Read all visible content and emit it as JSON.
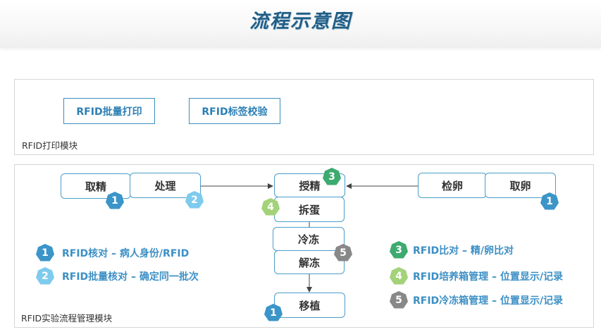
{
  "title": "流程示意图",
  "print_module": {
    "label": "RFID打印模块",
    "buttons": [
      "RFID批量打印",
      "RFID标签校验"
    ]
  },
  "lab_module": {
    "label": "RFID实验流程管理模块",
    "nodes": {
      "take_sperm": "取精",
      "process": "处理",
      "icsi": "授精",
      "strip": "拆蛋",
      "freeze": "冷冻",
      "thaw": "解冻",
      "transfer": "移植",
      "check_egg": "检卵",
      "take_egg": "取卵"
    },
    "legend": [
      {
        "num": "1",
        "text": "RFID核对 – 病人身份/RFID",
        "color": "#3b95c8"
      },
      {
        "num": "2",
        "text": "RFID批量核对 – 确定同一批次",
        "color": "#7ecbee"
      },
      {
        "num": "3",
        "text": "RFID比对 – 精/卵比对",
        "color": "#3daa6f"
      },
      {
        "num": "4",
        "text": "RFID培养箱管理 – 位置显示/记录",
        "color": "#a3d27a"
      },
      {
        "num": "5",
        "text": "RFID冷冻箱管理 – 位置显示/记录",
        "color": "#888888"
      }
    ]
  }
}
